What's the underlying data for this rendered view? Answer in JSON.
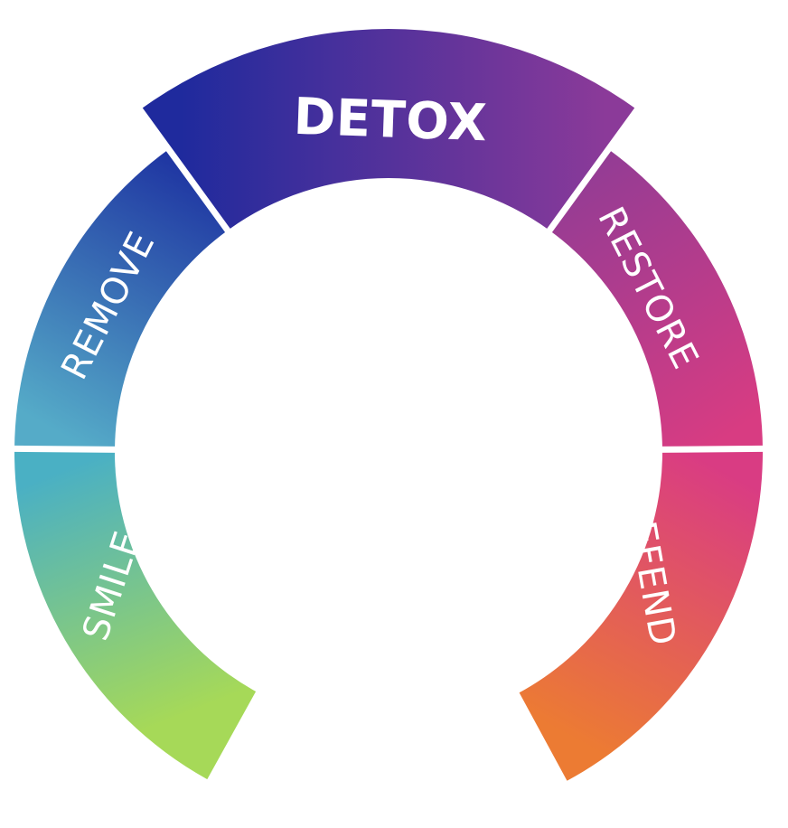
{
  "diagram": {
    "segments": [
      {
        "id": "smile",
        "label": "SMILE",
        "bold": false,
        "color_start": "#a6d958",
        "color_end": "#4ab0c4"
      },
      {
        "id": "remove",
        "label": "REMOVE",
        "bold": false,
        "color_start": "#55abc8",
        "color_end": "#1c2fa0"
      },
      {
        "id": "detox",
        "label": "DETOX",
        "bold": true,
        "color_start": "#1f2a9d",
        "color_end": "#8b3a99"
      },
      {
        "id": "restore",
        "label": "RESTORE",
        "bold": false,
        "color_start": "#8e3c96",
        "color_end": "#d83c82"
      },
      {
        "id": "defend",
        "label": "DEFEND",
        "bold": false,
        "color_start": "#d93c83",
        "color_end": "#ec7b33"
      }
    ],
    "background": "#ffffff"
  }
}
